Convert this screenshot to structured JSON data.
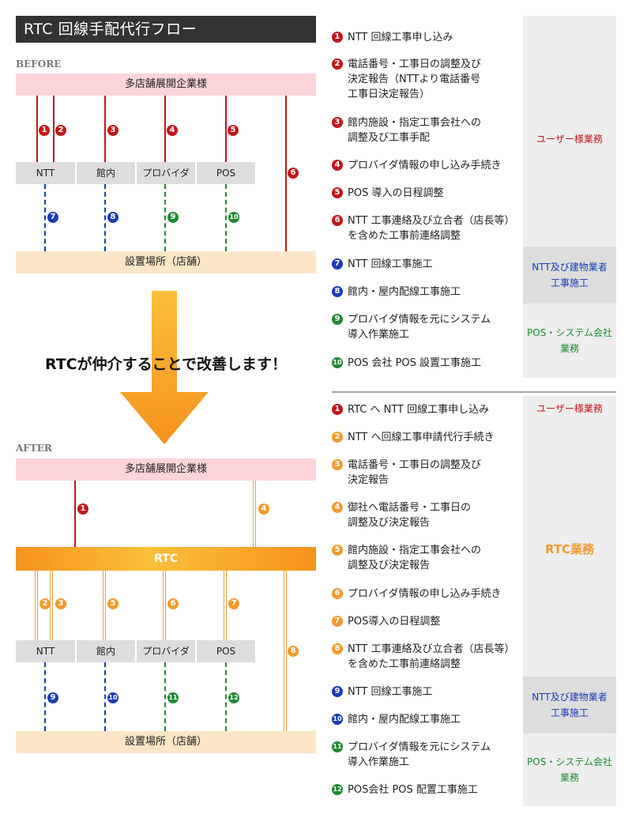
{
  "title": "RTC 回線手配代行フロー",
  "before": {
    "label": "BEFORE",
    "top_band": "多店舗展開企業様",
    "components": [
      "NTT",
      "館内",
      "プロバイダ",
      "POS"
    ],
    "destination": "設置場所（店舗）",
    "markers_red": [
      "1",
      "2",
      "3",
      "4",
      "5",
      "6"
    ],
    "markers_dashed": [
      "7",
      "8",
      "9",
      "10"
    ]
  },
  "caption": "RTCが仲介することで改善します！",
  "after": {
    "label": "AFTER",
    "top_band": "多店舗展開企業様",
    "rtc_band": "RTC",
    "components": [
      "NTT",
      "館内",
      "プロバイダ",
      "POS"
    ],
    "destination": "設置場所（店舗）",
    "markers_orange": [
      "1",
      "2",
      "3",
      "4",
      "5",
      "6",
      "7",
      "8"
    ],
    "markers_dashed": [
      "9",
      "10",
      "11",
      "12"
    ]
  },
  "before_list": [
    {
      "num": "1",
      "text": "NTT 回線工事申し込み"
    },
    {
      "num": "2",
      "text": "電話番号・工事日の調整及び\n決定報告（NTTより電話番号\n工事日決定報告）"
    },
    {
      "num": "3",
      "text": "館内施設・指定工事会社への\n調整及び工事手配"
    },
    {
      "num": "4",
      "text": "プロバイダ情報の申し込み手続き"
    },
    {
      "num": "5",
      "text": "POS 導入の日程調整"
    },
    {
      "num": "6",
      "text": "NTT 工事連絡及び立合者（店長等）\nを含めた工事前連絡調整"
    },
    {
      "num": "7",
      "text": "NTT 回線工事施工"
    },
    {
      "num": "8",
      "text": "館内・屋内配線工事施工"
    },
    {
      "num": "9",
      "text": "プロバイダ情報を元にシステム\n導入作業施工"
    },
    {
      "num": "10",
      "text": "POS 会社 POS 設置工事施工"
    }
  ],
  "before_categories": {
    "user": "ユーザー様業務",
    "ntt": "NTT及び建物業者\n工事施工",
    "pos": "POS・システム会社\n業務"
  },
  "after_list": [
    {
      "num": "1",
      "text": "RTC へ NTT 回線工事申し込み"
    },
    {
      "num": "2",
      "text": "NTT へ回線工事申請代行手続き"
    },
    {
      "num": "3",
      "text": "電話番号・工事日の調整及び\n決定報告"
    },
    {
      "num": "4",
      "text": "御社へ電話番号・工事日の\n調整及び決定報告"
    },
    {
      "num": "5",
      "text": "館内施設・指定工事会社への\n調整及び決定報告"
    },
    {
      "num": "6",
      "text": "プロバイダ情報の申し込み手続き"
    },
    {
      "num": "7",
      "text": "POS導入の日程調整"
    },
    {
      "num": "8",
      "text": "NTT 工事連絡及び立合者（店長等）\nを含めた工事前連絡調整"
    },
    {
      "num": "9",
      "text": "NTT 回線工事施工"
    },
    {
      "num": "10",
      "text": "館内・屋内配線工事施工"
    },
    {
      "num": "11",
      "text": "プロバイダ情報を元にシステム\n導入作業施工"
    },
    {
      "num": "12",
      "text": "POS会社 POS 配置工事施工"
    }
  ],
  "after_categories": {
    "user": "ユーザー様業務",
    "rtc": "RTC業務",
    "ntt": "NTT及び建物業者\n工事施工",
    "pos": "POS・システム会社\n業務"
  },
  "colors": {
    "red": "#c11717",
    "blue": "#1a3cb4",
    "green": "#1f8a2f",
    "orange": "#f29a2e",
    "pink_band": "#fbd4d8",
    "dest_band": "#fde6c8"
  }
}
